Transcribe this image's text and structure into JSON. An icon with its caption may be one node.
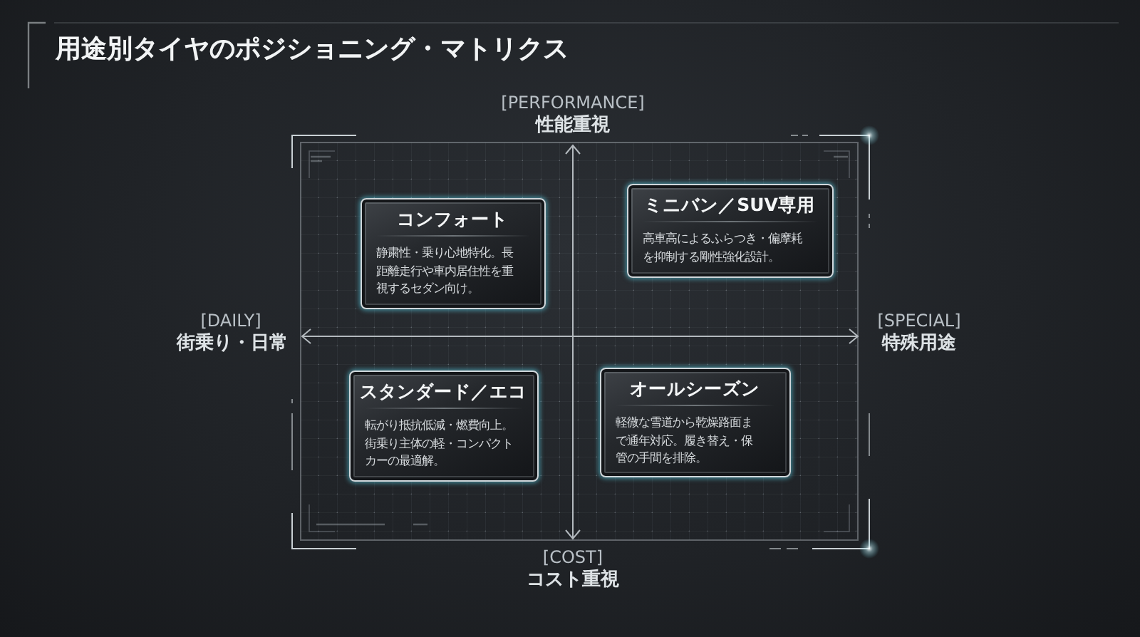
{
  "diagram": {
    "title": "用途別タイヤのポジショニング・マトリクス",
    "nodes": [
      {
        "text": [
          "コンフォート",
          "静粛性・乗り心地特化。長距離走行や車内居住性を重視するセダン向け。"
        ]
      },
      {
        "text": [
          "ミニバン／SUV専用",
          "高車高によるふらつき・偏摩耗を抑制する剛性強化設計。"
        ]
      },
      {
        "text": [
          "スタンダード／エコ",
          "転がり抵抗低減・燃費向上。街乗り主体の軽・コンパクトカーの最適解。"
        ]
      },
      {
        "text": [
          "オールシーズン",
          "軽微な雪道から乾燥路面まで通年対応。履き替え・保管の手間を排除。"
        ]
      }
    ],
    "labels": [
      "[PERFORMANCE]",
      "性能重視",
      "[DAILY]",
      "街乗り・日常",
      "[SPECIAL]",
      "特殊用途",
      "[COST]",
      "コスト重視"
    ]
  }
}
